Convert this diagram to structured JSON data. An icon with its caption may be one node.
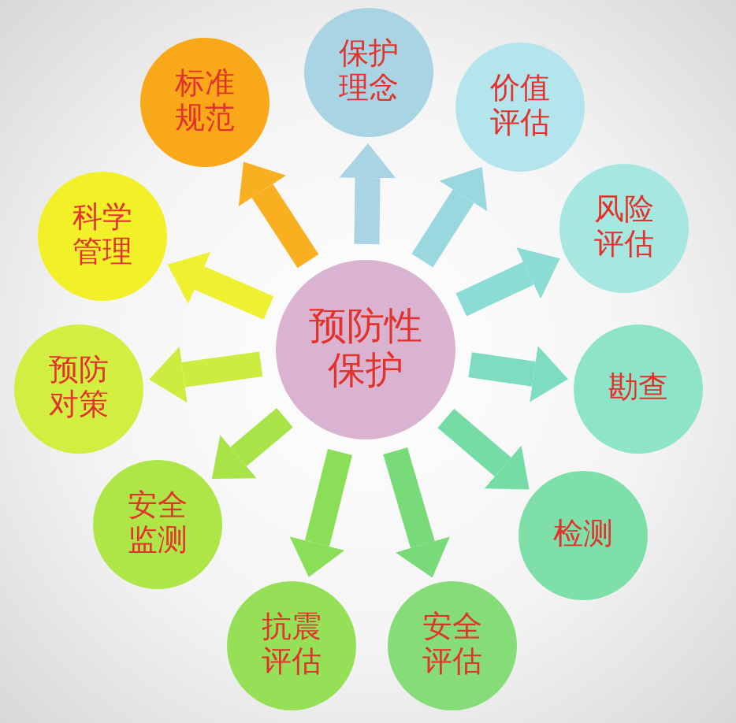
{
  "diagram": {
    "nodes": [
      {
        "text": [
          "预防性保护"
        ]
      },
      {
        "text": [
          "保护理念"
        ]
      },
      {
        "text": [
          "价值评估"
        ]
      },
      {
        "text": [
          "风险评估"
        ]
      },
      {
        "text": [
          "勘查"
        ]
      },
      {
        "text": [
          "检测"
        ]
      },
      {
        "text": [
          "安全评估"
        ]
      },
      {
        "text": [
          "抗震评估"
        ]
      },
      {
        "text": [
          "安全监测"
        ]
      },
      {
        "text": [
          "预防对策"
        ]
      },
      {
        "text": [
          "科学管理"
        ]
      },
      {
        "text": [
          "标准规范"
        ]
      }
    ],
    "edges": [
      {
        "from": 0,
        "to": 1,
        "arrow": "to",
        "color": "#a9d4e4"
      },
      {
        "from": 0,
        "to": 2,
        "arrow": "to",
        "color": "#9ad8e0"
      },
      {
        "from": 0,
        "to": 3,
        "arrow": "to",
        "color": "#8adcd4"
      },
      {
        "from": 0,
        "to": 4,
        "arrow": "to",
        "color": "#7edcc0"
      },
      {
        "from": 0,
        "to": 5,
        "arrow": "to",
        "color": "#74dca4"
      },
      {
        "from": 0,
        "to": 6,
        "arrow": "to",
        "color": "#78da78"
      },
      {
        "from": 0,
        "to": 7,
        "arrow": "to",
        "color": "#8ade58"
      },
      {
        "from": 0,
        "to": 8,
        "arrow": "to",
        "color": "#a8e448"
      },
      {
        "from": 0,
        "to": 9,
        "arrow": "to",
        "color": "#ccec40"
      },
      {
        "from": 0,
        "to": 10,
        "arrow": "to",
        "color": "#eef030"
      },
      {
        "from": 0,
        "to": 11,
        "arrow": "to",
        "color": "#f8b020"
      }
    ]
  }
}
